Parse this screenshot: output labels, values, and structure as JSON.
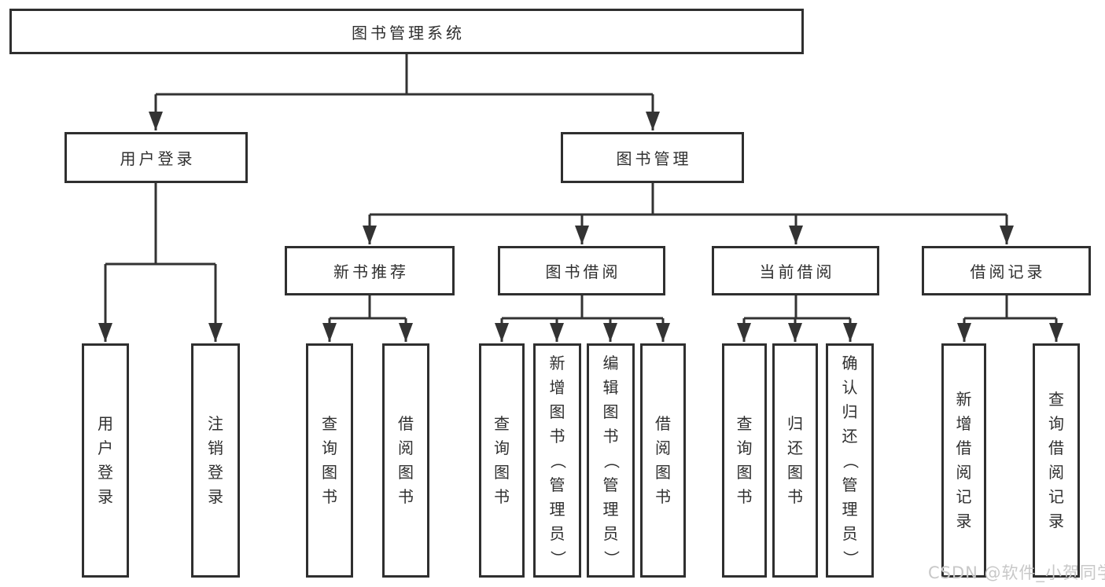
{
  "tree": {
    "label": "图书管理系统",
    "children": [
      {
        "label": "用户登录",
        "children": [
          {
            "label": "用户登录"
          },
          {
            "label": "注销登录"
          }
        ]
      },
      {
        "label": "图书管理",
        "children": [
          {
            "label": "新书推荐",
            "children": [
              {
                "label": "查询图书"
              },
              {
                "label": "借阅图书"
              }
            ]
          },
          {
            "label": "图书借阅",
            "children": [
              {
                "label": "查询图书"
              },
              {
                "label": "新增图书（管理员）"
              },
              {
                "label": "编辑图书（管理员）"
              },
              {
                "label": "借阅图书"
              }
            ]
          },
          {
            "label": "当前借阅",
            "children": [
              {
                "label": "查询图书"
              },
              {
                "label": "归还图书"
              },
              {
                "label": "确认归还（管理员）"
              }
            ]
          },
          {
            "label": "借阅记录",
            "children": [
              {
                "label": "新增借阅记录"
              },
              {
                "label": "查询借阅记录"
              }
            ]
          }
        ]
      }
    ]
  },
  "watermark": "CSDN @软件_小贺同学",
  "colors": {
    "line": "#333333",
    "text": "#2f2f2f",
    "background": "#ffffff",
    "watermark": "#c8c8c8"
  }
}
